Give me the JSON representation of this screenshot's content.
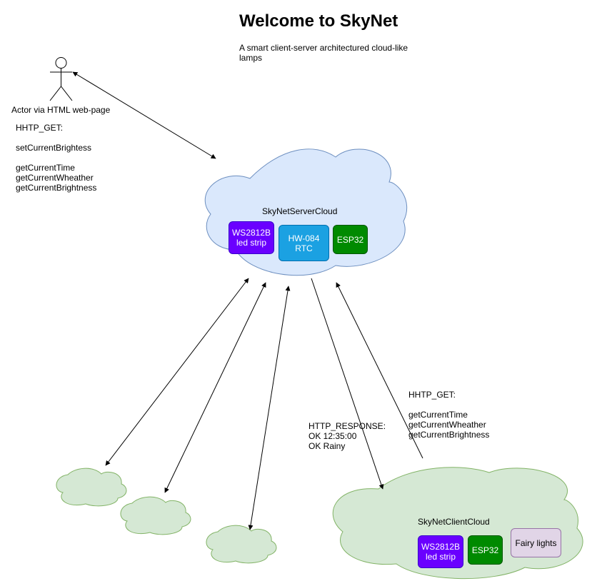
{
  "title": "Welcome to SkyNet",
  "subtitle": "A smart client-server architectured cloud-like lamps",
  "actor": {
    "label": "Actor via HTML web-page"
  },
  "actor_request": {
    "text": "HHTP_GET:\n\nsetCurrentBrightess\n\ngetCurrentTime\ngetCurrentWheather\ngetCurrentBrightness"
  },
  "server": {
    "label": "SkyNetServerCloud",
    "fill": "#dae8fc",
    "stroke": "#6c8ebf",
    "components": [
      {
        "label": "WS2812B\nled strip",
        "fill": "#6a00ff",
        "stroke": "#3700cc",
        "text_color": "#ffffff"
      },
      {
        "label": "HW-084\nRTC",
        "fill": "#1ba1e2",
        "stroke": "#006eaf",
        "text_color": "#ffffff"
      },
      {
        "label": "ESP32",
        "fill": "#008a00",
        "stroke": "#005700",
        "text_color": "#ffffff"
      }
    ]
  },
  "client": {
    "label": "SkyNetClientCloud",
    "fill": "#d5e8d4",
    "stroke": "#82b366",
    "components": [
      {
        "label": "WS2812B\nled strip",
        "fill": "#6a00ff",
        "stroke": "#3700cc",
        "text_color": "#ffffff"
      },
      {
        "label": "ESP32",
        "fill": "#008a00",
        "stroke": "#005700",
        "text_color": "#ffffff"
      },
      {
        "label": "Fairy lights",
        "fill": "#e1d5e7",
        "stroke": "#9673a6",
        "text_color": "#000000"
      }
    ]
  },
  "response": {
    "text": "HTTP_RESPONSE:\nOK 12:35:00\nOK Rainy"
  },
  "client_request": {
    "text": "HHTP_GET:\n\ngetCurrentTime\ngetCurrentWheather\ngetCurrentBrightness"
  },
  "small_clouds": {
    "count": 3,
    "fill": "#d5e8d4",
    "stroke": "#82b366"
  }
}
